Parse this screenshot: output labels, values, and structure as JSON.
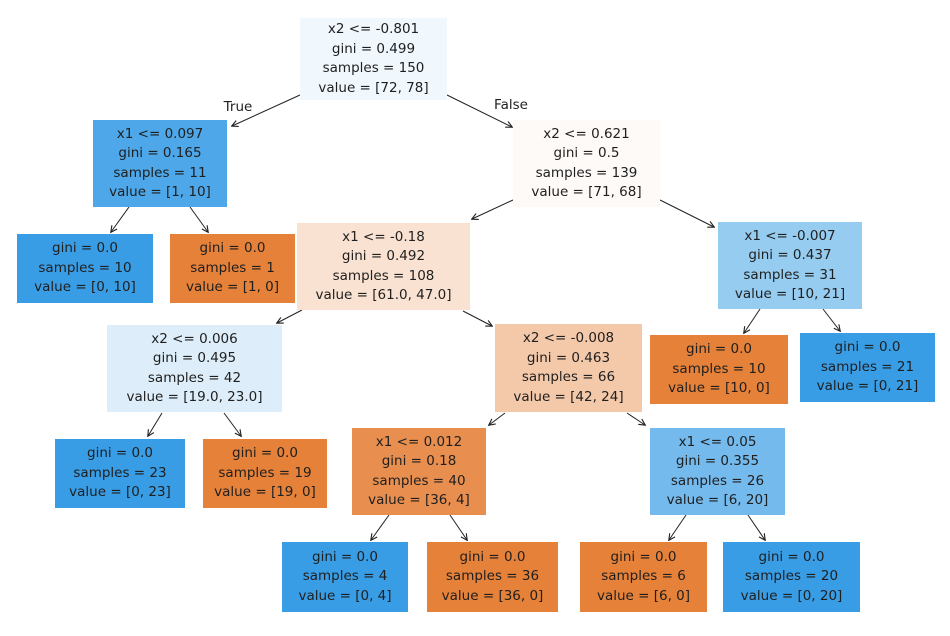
{
  "figure": {
    "background": "#ffffff",
    "palette": {
      "class0_pure": "#e58139",
      "class1_pure": "#399de5",
      "edge_stroke": "#222222",
      "text": "#1f1f1f"
    }
  },
  "edge_labels": {
    "true_label": "True",
    "false_label": "False"
  },
  "nodes": [
    {
      "condition": "x2 <= -0.801",
      "gini": "gini = 0.499",
      "samples": "samples = 150",
      "value": "value = [72, 78]",
      "color": "#f0f7fd"
    },
    {
      "condition": "x1 <= 0.097",
      "gini": "gini = 0.165",
      "samples": "samples = 11",
      "value": "value = [1, 10]",
      "color": "#4da7e8"
    },
    {
      "condition": "x2 <= 0.621",
      "gini": "gini = 0.5",
      "samples": "samples = 139",
      "value": "value = [71, 68]",
      "color": "#fefaf7"
    },
    {
      "gini": "gini = 0.0",
      "samples": "samples = 10",
      "value": "value = [0, 10]",
      "color": "#399de5"
    },
    {
      "gini": "gini = 0.0",
      "samples": "samples = 1",
      "value": "value = [1, 0]",
      "color": "#e58139"
    },
    {
      "condition": "x1 <= -0.18",
      "gini": "gini = 0.492",
      "samples": "samples = 108",
      "value": "value = [61.0, 47.0]",
      "color": "#f9e2d1"
    },
    {
      "condition": "x1 <= -0.007",
      "gini": "gini = 0.437",
      "samples": "samples = 31",
      "value": "value = [10, 21]",
      "color": "#97ccf1"
    },
    {
      "condition": "x2 <= 0.006",
      "gini": "gini = 0.495",
      "samples": "samples = 42",
      "value": "value = [19.0, 23.0]",
      "color": "#ddeefa"
    },
    {
      "condition": "x2 <= -0.008",
      "gini": "gini = 0.463",
      "samples": "samples = 66",
      "value": "value = [42, 24]",
      "color": "#f4c9aa"
    },
    {
      "gini": "gini = 0.0",
      "samples": "samples = 10",
      "value": "value = [10, 0]",
      "color": "#e58139"
    },
    {
      "gini": "gini = 0.0",
      "samples": "samples = 21",
      "value": "value = [0, 21]",
      "color": "#399de5"
    },
    {
      "gini": "gini = 0.0",
      "samples": "samples = 23",
      "value": "value = [0, 23]",
      "color": "#399de5"
    },
    {
      "gini": "gini = 0.0",
      "samples": "samples = 19",
      "value": "value = [19, 0]",
      "color": "#e58139"
    },
    {
      "condition": "x1 <= 0.012",
      "gini": "gini = 0.18",
      "samples": "samples = 40",
      "value": "value = [36, 4]",
      "color": "#e88f4f"
    },
    {
      "condition": "x1 <= 0.05",
      "gini": "gini = 0.355",
      "samples": "samples = 26",
      "value": "value = [6, 20]",
      "color": "#74baed"
    },
    {
      "gini": "gini = 0.0",
      "samples": "samples = 4",
      "value": "value = [0, 4]",
      "color": "#399de5"
    },
    {
      "gini": "gini = 0.0",
      "samples": "samples = 36",
      "value": "value = [36, 0]",
      "color": "#e58139"
    },
    {
      "gini": "gini = 0.0",
      "samples": "samples = 6",
      "value": "value = [6, 0]",
      "color": "#e58139"
    },
    {
      "gini": "gini = 0.0",
      "samples": "samples = 20",
      "value": "value = [0, 20]",
      "color": "#399de5"
    }
  ]
}
